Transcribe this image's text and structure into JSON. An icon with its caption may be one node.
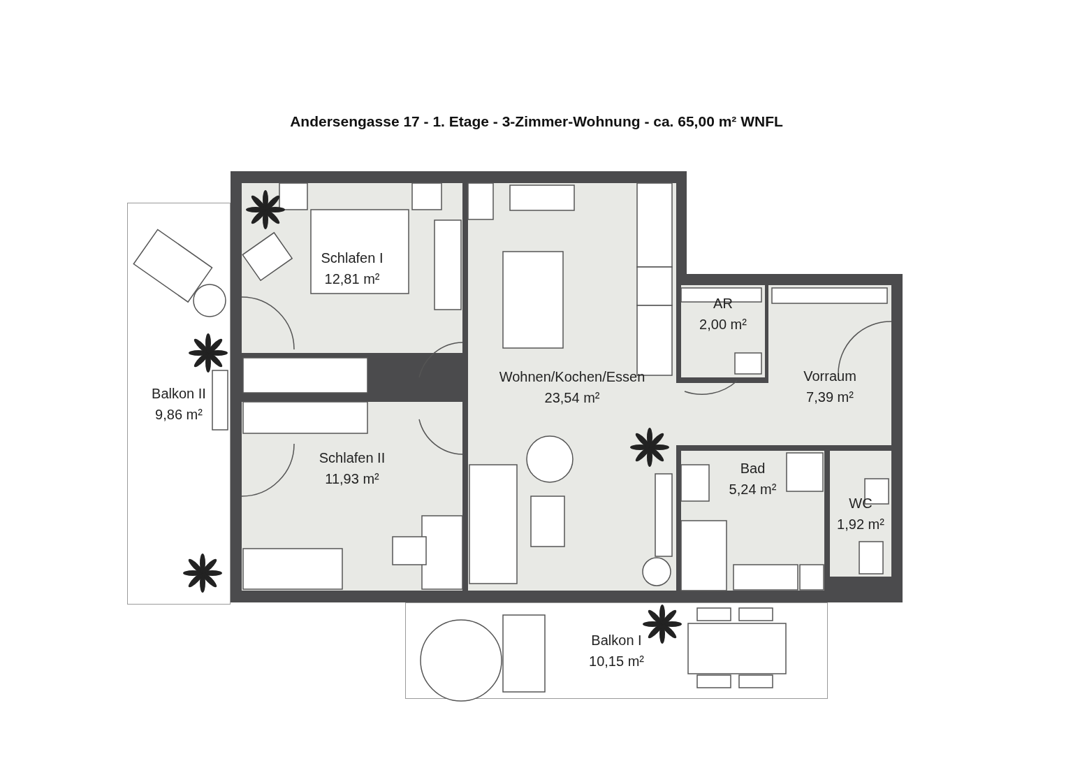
{
  "diagram": {
    "title": "Andersengasse 17 - 1. Etage - 3-Zimmer-Wohnung - ca. 65,00 m² WNFL",
    "nodes": [
      {
        "text": [
          "Schlafen I",
          "12,81 m²"
        ]
      },
      {
        "text": [
          "AR",
          "2,00 m²"
        ]
      },
      {
        "text": [
          "Balkon II",
          "9,86 m²"
        ]
      },
      {
        "text": [
          "Wohnen/Kochen/Essen",
          "23,54 m²"
        ]
      },
      {
        "text": [
          "Vorraum",
          "7,39 m²"
        ]
      },
      {
        "text": [
          "Schlafen II",
          "11,93 m²"
        ]
      },
      {
        "text": [
          "Bad",
          "5,24 m²"
        ]
      },
      {
        "text": [
          "WC",
          "1,92 m²"
        ]
      },
      {
        "text": [
          "Balkon I",
          "10,15 m²"
        ]
      }
    ]
  }
}
